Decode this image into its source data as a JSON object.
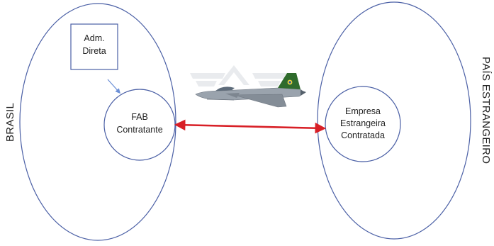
{
  "left_region": {
    "label": "BRASIL"
  },
  "right_region": {
    "label": "PAÍS ESTRANGEIRO"
  },
  "box": {
    "line1": "Adm.",
    "line2": "Direta"
  },
  "left_node": {
    "line1": "FAB",
    "line2": "Contratante"
  },
  "right_node": {
    "line1": "Empresa",
    "line2": "Estrangeira",
    "line3": "Contratada"
  },
  "colors": {
    "outline": "#4a5fa5",
    "relation_arrow": "#d81f26",
    "pointer_arrow": "#6b8fd6",
    "aircraft_body": "#9aa3ad",
    "aircraft_tail": "#2f6b2c"
  },
  "icons": [
    "aircraft-icon",
    "watermark-logo-icon"
  ]
}
